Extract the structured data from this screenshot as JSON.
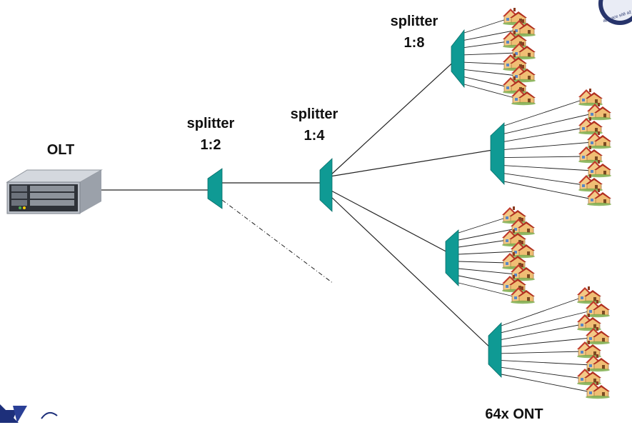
{
  "labels": {
    "olt": "OLT",
    "splitter_1_2": [
      "splitter",
      "1:2"
    ],
    "splitter_1_4": [
      "splitter",
      "1:4"
    ],
    "splitter_1_8": [
      "splitter",
      "1:8"
    ],
    "ont": "64x ONT",
    "seal_text": "aplikace sítě až na"
  },
  "colors": {
    "splitter": "#0f9a94",
    "line": "#222222",
    "roof": "#c0392b",
    "wall": "#f3c987",
    "olt_body": "#b9bec6"
  },
  "icons": [
    "olt-device-icon",
    "splitter-icon",
    "house-icon",
    "logo-icon",
    "seal-icon"
  ]
}
